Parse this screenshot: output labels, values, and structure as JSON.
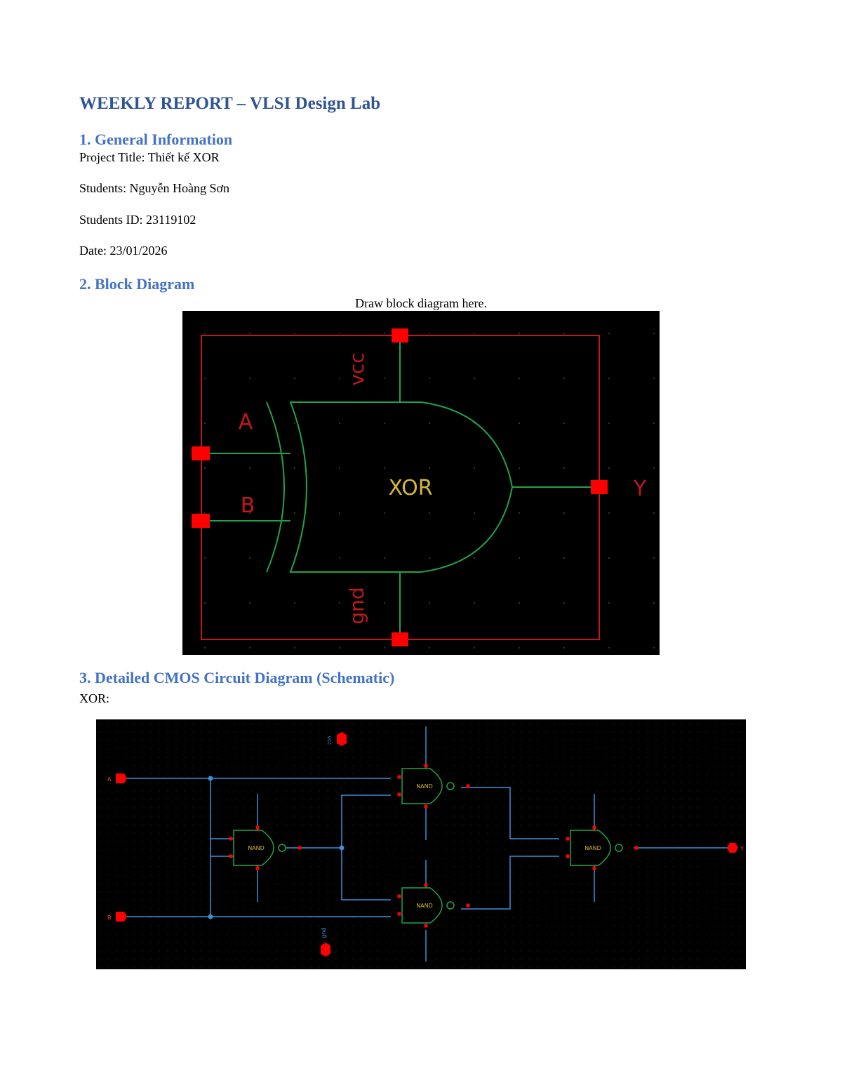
{
  "document": {
    "title": "WEEKLY REPORT – VLSI Design Lab",
    "sections": {
      "general": {
        "heading": "1. General Information",
        "project_title": "Project Title: Thiết kế XOR",
        "students": "Students: Nguyễn Hoàng Sơn",
        "student_id": "Students ID: 23119102",
        "date": "Date: 23/01/2026"
      },
      "block_diagram": {
        "heading": "2. Block Diagram",
        "caption": "Draw block diagram here.",
        "symbol": {
          "gate_label": "XOR",
          "pins": {
            "a": "A",
            "b": "B",
            "y": "Y",
            "vcc": "vcc",
            "gnd": "gnd"
          }
        }
      },
      "schematic": {
        "heading": "3. Detailed CMOS Circuit Diagram (Schematic)",
        "subtitle": "XOR:",
        "gate_label": "NAND",
        "pin_a": "A",
        "pin_b": "B",
        "pin_y": "Y",
        "vcc": "vcc",
        "gnd": "gnd"
      }
    }
  },
  "colors": {
    "heading_dark": "#2f5496",
    "heading": "#4472c4",
    "canvas_bg": "#000000",
    "symbol_border": "#c0181c",
    "pin": "#ff0000",
    "gate_stroke": "#1fa34a",
    "gate_text": "#d4b73a",
    "wire": "#3a8fd8"
  }
}
